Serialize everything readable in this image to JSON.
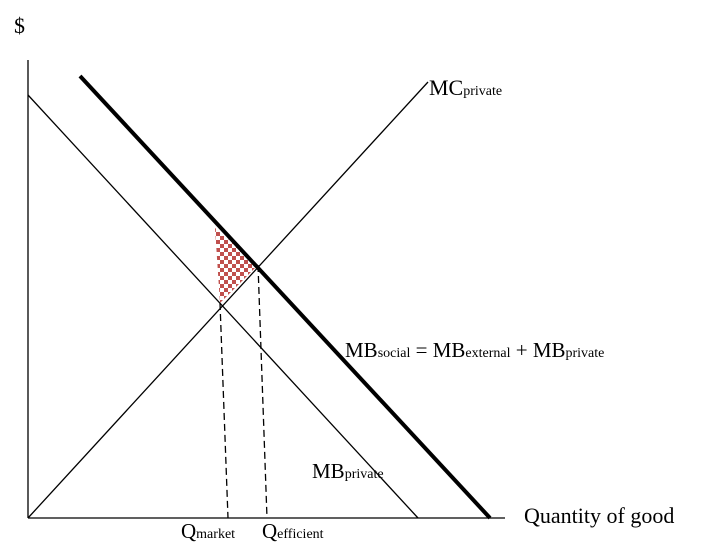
{
  "y_axis_label": "$",
  "x_axis_label": "Quantity of good",
  "curves": {
    "mc_private": {
      "main": "MC",
      "sub": "private"
    },
    "mb_social": {
      "main1": "MB",
      "sub1": "social",
      "eq": " = ",
      "main2": "MB",
      "sub2": "external",
      "plus": " + ",
      "main3": "MB",
      "sub3": "private"
    },
    "mb_private": {
      "main": "MB",
      "sub": "private"
    }
  },
  "quantities": {
    "q_market": {
      "main": "Q",
      "sub": "market"
    },
    "q_efficient": {
      "main": "Q",
      "sub": "efficient"
    }
  },
  "colors": {
    "line": "#000000",
    "deadweight_pattern": "#c0504d"
  }
}
